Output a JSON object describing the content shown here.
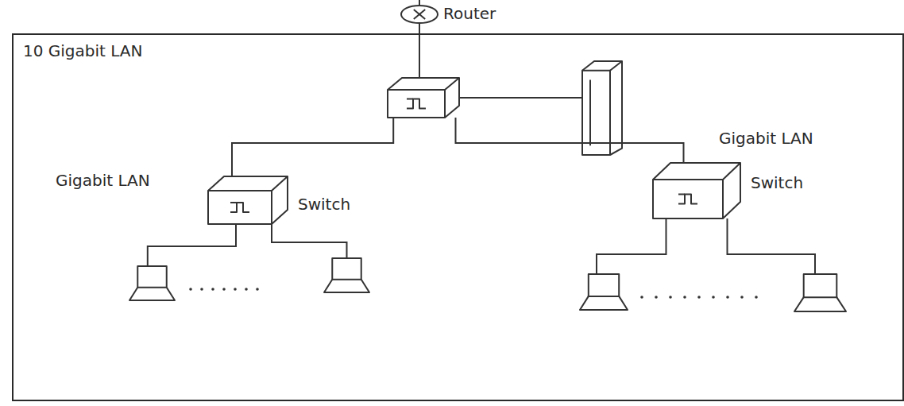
{
  "diagram": {
    "nodes": [
      {
        "text": [
          "10 Gigabit LAN"
        ]
      },
      {
        "text": [
          "Router"
        ]
      },
      {
        "text": [],
        "in": 0
      },
      {
        "text": [],
        "in": 0
      },
      {
        "text": [
          "Gigabit LAN",
          "Switch"
        ],
        "in": 0
      },
      {
        "text": [
          "Gigabit LAN",
          "Switch"
        ],
        "in": 0
      },
      {
        "text": [],
        "in": 0
      },
      {
        "text": [],
        "in": 0
      },
      {
        "text": [],
        "in": 0
      },
      {
        "text": [],
        "in": 0
      }
    ],
    "edges": [
      {
        "from": 1,
        "to": 2,
        "arrow": "none"
      },
      {
        "from": 2,
        "to": 3,
        "arrow": "none"
      },
      {
        "from": 2,
        "to": 4,
        "arrow": "none"
      },
      {
        "from": 2,
        "to": 5,
        "arrow": "none"
      },
      {
        "from": 4,
        "to": 6,
        "arrow": "none"
      },
      {
        "from": 4,
        "to": 7,
        "arrow": "none"
      },
      {
        "from": 5,
        "to": 8,
        "arrow": "none"
      },
      {
        "from": 5,
        "to": 9,
        "arrow": "none"
      }
    ]
  }
}
